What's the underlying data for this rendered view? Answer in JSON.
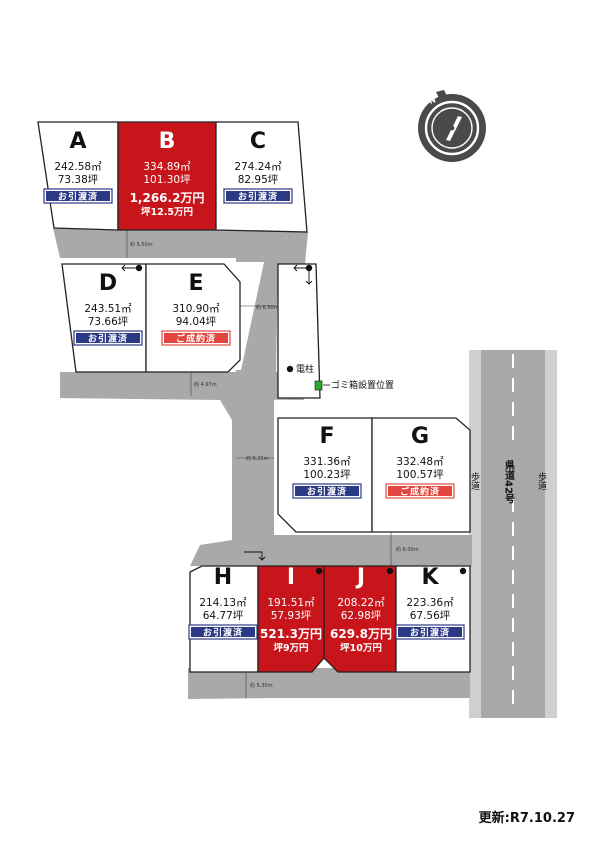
{
  "lots": [
    {
      "id": "A",
      "sqm": "242.58㎡",
      "tsubo": "73.38坪",
      "status": "お引渡済",
      "status_type": "handed",
      "price": "",
      "price_tsubo": ""
    },
    {
      "id": "B",
      "sqm": "334.89㎡",
      "tsubo": "101.30坪",
      "status": "",
      "status_type": "forsale",
      "price": "1,266.2万円",
      "price_tsubo": "坪12.5万円"
    },
    {
      "id": "C",
      "sqm": "274.24㎡",
      "tsubo": "82.95坪",
      "status": "お引渡済",
      "status_type": "handed",
      "price": "",
      "price_tsubo": ""
    },
    {
      "id": "D",
      "sqm": "243.51㎡",
      "tsubo": "73.66坪",
      "status": "お引渡済",
      "status_type": "handed",
      "price": "",
      "price_tsubo": ""
    },
    {
      "id": "E",
      "sqm": "310.90㎡",
      "tsubo": "94.04坪",
      "status": "ご成約済",
      "status_type": "contracted",
      "price": "",
      "price_tsubo": ""
    },
    {
      "id": "F",
      "sqm": "331.36㎡",
      "tsubo": "100.23坪",
      "status": "お引渡済",
      "status_type": "handed",
      "price": "",
      "price_tsubo": ""
    },
    {
      "id": "G",
      "sqm": "332.48㎡",
      "tsubo": "100.57坪",
      "status": "ご成約済",
      "status_type": "contracted",
      "price": "",
      "price_tsubo": ""
    },
    {
      "id": "H",
      "sqm": "214.13㎡",
      "tsubo": "64.77坪",
      "status": "お引渡済",
      "status_type": "handed",
      "price": "",
      "price_tsubo": ""
    },
    {
      "id": "I",
      "sqm": "191.51㎡",
      "tsubo": "57.93坪",
      "status": "",
      "status_type": "forsale",
      "price": "521.3万円",
      "price_tsubo": "坪9万円"
    },
    {
      "id": "J",
      "sqm": "208.22㎡",
      "tsubo": "62.98坪",
      "status": "",
      "status_type": "forsale",
      "price": "629.8万円",
      "price_tsubo": "坪10万円"
    },
    {
      "id": "K",
      "sqm": "223.36㎡",
      "tsubo": "67.56坪",
      "status": "お引渡済",
      "status_type": "handed",
      "price": "",
      "price_tsubo": ""
    }
  ],
  "road_widths": [
    "約 5.50m",
    "約 6.50m",
    "約 4.97m",
    "約 6.25m",
    "約 6.00m",
    "約 5.30m"
  ],
  "labels": {
    "pole": "電柱",
    "garbage": "ゴミ箱設置位置",
    "sidewalk_left": "歩道",
    "sidewalk_right": "歩道",
    "prefectural_road": "県道42号"
  },
  "updated": "更新:R7.10.27",
  "colors": {
    "road": "#a9a9a9",
    "forsale": "#c8151b",
    "handed": "#2c3a86",
    "contracted": "#e2473f",
    "compass": "#4a4a4a"
  },
  "icons": {
    "compass": "compass-icon"
  }
}
